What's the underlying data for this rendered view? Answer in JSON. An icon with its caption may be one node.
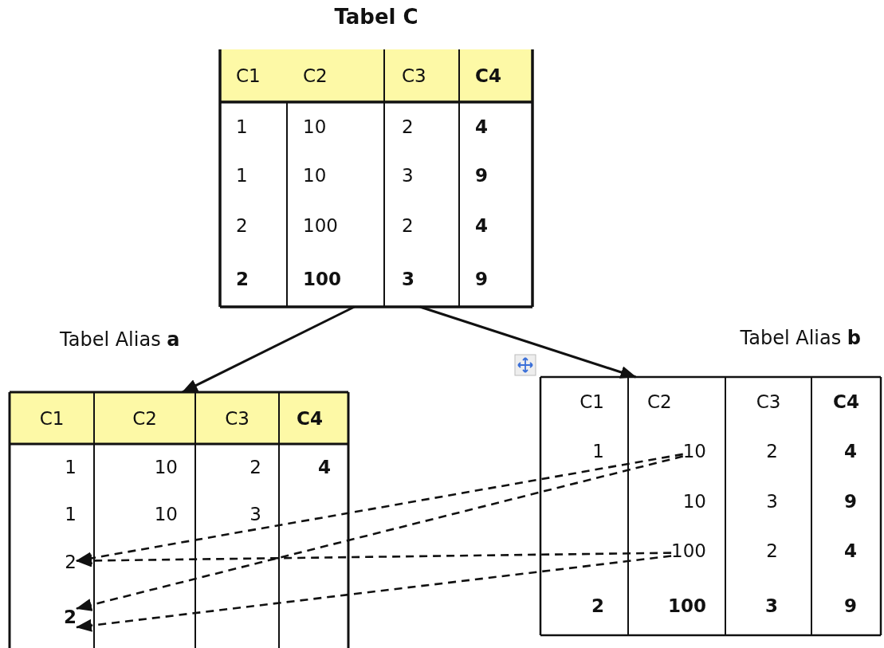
{
  "diagram": {
    "nodes": [
      {
        "text": [
          "Tabel C"
        ]
      },
      {
        "text": [
          "Tabel Alias **a**"
        ]
      },
      {
        "text": [
          "Tabel Alias **b**"
        ]
      },
      {
        "text": [
          "10"
        ],
        "in": 2
      },
      {
        "text": [
          "100"
        ],
        "in": 2
      },
      {
        "text": [
          "2"
        ],
        "in": 1
      },
      {
        "text": [
          "2"
        ],
        "in": 1
      }
    ],
    "edges": [
      {
        "from": 0,
        "to": 1,
        "arrow": "to"
      },
      {
        "from": 0,
        "to": 2,
        "arrow": "to"
      },
      {
        "from": 3,
        "to": 5,
        "arrow": "to",
        "style": "dashed"
      },
      {
        "from": 3,
        "to": 6,
        "arrow": "to",
        "style": "dashed"
      },
      {
        "from": 4,
        "to": 5,
        "arrow": "to",
        "style": "dashed"
      },
      {
        "from": 4,
        "to": 6,
        "arrow": "to",
        "style": "dashed"
      }
    ],
    "labels": [
      "C1",
      "C2",
      "C3",
      "C4",
      "1",
      "10",
      "2",
      "4",
      "1",
      "10",
      "3",
      "9",
      "2",
      "100",
      "2",
      "4",
      "2",
      "100",
      "3",
      "9",
      "C1",
      "C2",
      "C3",
      "C4",
      "1",
      "10",
      "2",
      "4",
      "1",
      "10",
      "3",
      "C1",
      "C2",
      "C3",
      "C4",
      "1",
      "2",
      "4",
      "10",
      "3",
      "9",
      "2",
      "4",
      "2",
      "100",
      "3",
      "9"
    ]
  }
}
